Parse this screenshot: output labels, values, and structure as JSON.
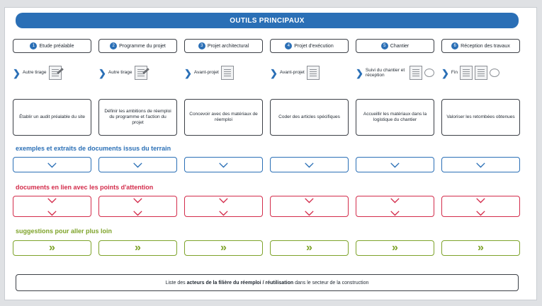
{
  "banner": {
    "title": "OUTILS PRINCIPAUX"
  },
  "tools": [
    {
      "num": "1",
      "label": "Etude préalable"
    },
    {
      "num": "2",
      "label": "Programme du projet"
    },
    {
      "num": "3",
      "label": "Projet architectural"
    },
    {
      "num": "4",
      "label": "Projet d'exécution"
    },
    {
      "num": "5",
      "label": "Chantier"
    },
    {
      "num": "6",
      "label": "Réception des travaux"
    }
  ],
  "steps": [
    {
      "label": "Autre tirage"
    },
    {
      "label": "Autre tirage"
    },
    {
      "label": "Avant-projet"
    },
    {
      "label": "Avant-projet"
    },
    {
      "label": "Suivi du chantier et réception"
    },
    {
      "label": "Fin"
    }
  ],
  "descriptions": [
    "Établir un audit préalable du site",
    "Définir les ambitions de réemploi du programme et l'action du projet",
    "Concevoir avec des matériaux de réemploi",
    "Coder des articles spécifiques",
    "Accueillir les matériaux dans la logistique du chantier",
    "Valoriser les retombées obtenues"
  ],
  "categories": {
    "blue": {
      "prefix": "exemples et extraits de",
      "bold": "documents issus du terrain"
    },
    "red": {
      "prefix": "documents en lien avec",
      "bold": "les points d'attention"
    },
    "green": {
      "prefix": "suggestions",
      "bold": "pour aller plus loin"
    }
  },
  "footer": {
    "prefix": "Liste des",
    "bold1": "acteurs de la filière du réemploi / réutilisation",
    "suffix": "dans le secteur de la construction"
  },
  "colors": {
    "blue": "#2a6fb6",
    "red": "#d32c4b",
    "green": "#7ea32a"
  }
}
